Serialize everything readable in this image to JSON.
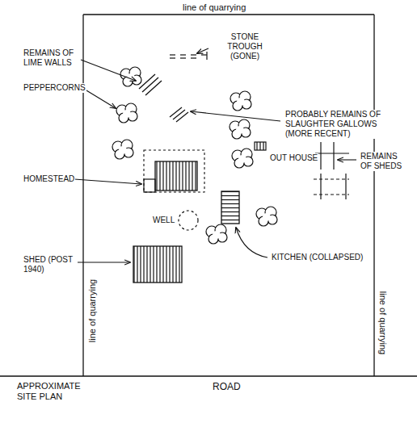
{
  "diagram": {
    "caption": "APPROXIMATE SITE PLAN",
    "labels": [
      "line of quarrying",
      "REMAINS OF LIME WALLS",
      "STONE TROUGH (GONE)",
      "PEPPERCORNS",
      "PROBABLY REMAINS OF SLAUGHTER GALLOWS (MORE RECENT)",
      "OUT HOUSE",
      "REMAINS OF SHEDS",
      "HOMESTEAD",
      "WELL",
      "KITCHEN (COLLAPSED)",
      "SHED (POST 1940)",
      "line of quarrying",
      "line of quarrying",
      "ROAD"
    ]
  }
}
